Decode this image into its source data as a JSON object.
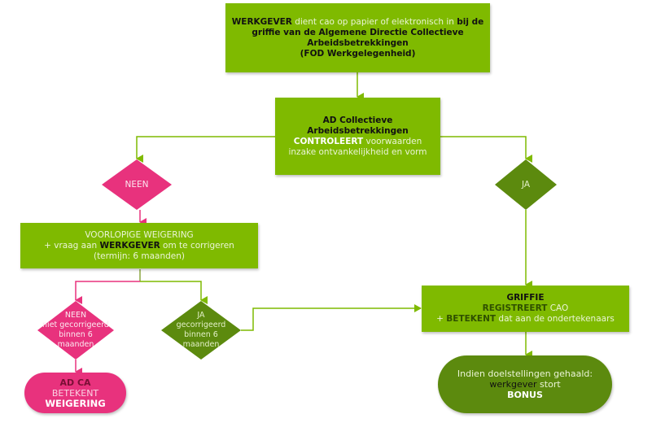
{
  "diagram": {
    "colors": {
      "box_green": "#7fba00",
      "dark_green": "#5c8a0e",
      "pink": "#e8327d",
      "connector_green": "#7fba00",
      "connector_pink": "#e8327d"
    },
    "nodes": {
      "submit": {
        "line1_a": "WERKGEVER",
        "line1_b": " dient cao op papier of elektronisch in ",
        "line1_c": "bij de",
        "line2": "griffie van de Algemene Directie Collectieve",
        "line3": "Arbeidsbetrekkingen",
        "line4": "(FOD Werkgelegenheid)"
      },
      "control": {
        "line1": "AD Collectieve",
        "line2": "Arbeidsbetrekkingen",
        "line3_a": "CONTROLEERT",
        "line3_b": " voorwaarden",
        "line4": "inzake ontvankelijkheid en vorm"
      },
      "decision_no": {
        "label": "NEEN"
      },
      "decision_yes": {
        "label": "JA"
      },
      "provisional_refusal": {
        "line1": "VOORLOPIGE WEIGERING",
        "line2_a": "+ vraag aan ",
        "line2_b": "WERKGEVER",
        "line2_c": " om te corrigeren",
        "line3": "(termijn: 6 maanden)"
      },
      "not_corrected": {
        "lines": [
          "NEEN",
          "niet gecorrigeerd",
          "binnen 6",
          "maanden"
        ]
      },
      "corrected": {
        "lines": [
          "JA",
          "gecorrigeerd",
          "binnen 6",
          "maanden"
        ]
      },
      "refusal_final": {
        "line1": "AD CA",
        "line2": "BETEKENT",
        "line3": "WEIGERING"
      },
      "registry": {
        "line1": "GRIFFIE",
        "line2_a": "REGISTREERT",
        "line2_b": " CAO",
        "line3_a": "+ ",
        "line3_b": "BETEKENT",
        "line3_c": " dat aan de ondertekenaars"
      },
      "bonus": {
        "line1": "Indien doelstellingen gehaald:",
        "line2_a": "werkgever",
        "line2_b": " stort",
        "line3": "BONUS"
      }
    }
  }
}
